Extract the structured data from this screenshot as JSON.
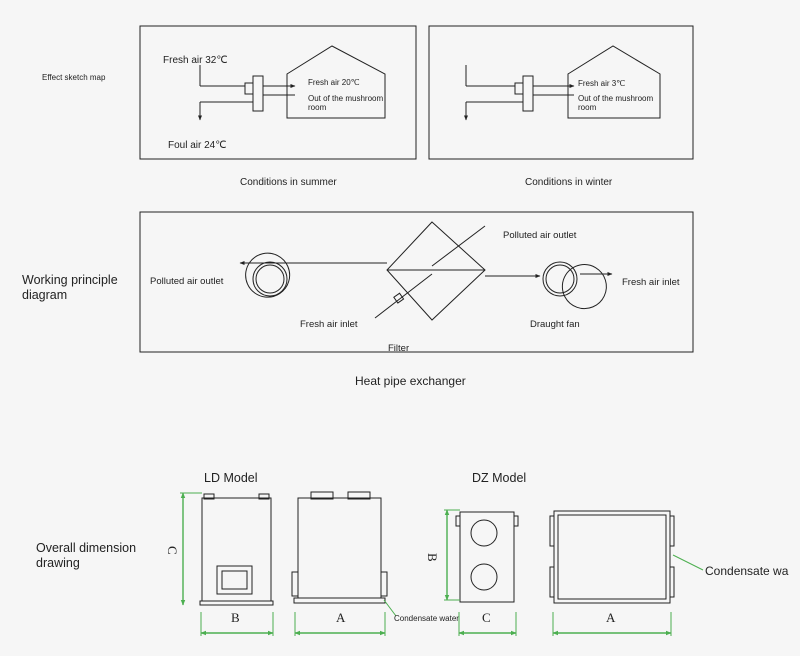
{
  "effect_section": {
    "label": "Effect sketch map",
    "summer": {
      "fresh_air_in": "Fresh air 32℃",
      "fresh_air_room": "Fresh air 20℃",
      "room_out_line1": "Out of the mushroom",
      "room_out_line2": "room",
      "foul_air": "Foul air 24℃",
      "caption": "Conditions in summer"
    },
    "winter": {
      "fresh_air_room": "Fresh air 3℃",
      "room_out_line1": "Out of the mushroom",
      "room_out_line2": "room",
      "caption": "Conditions in winter"
    }
  },
  "principle_section": {
    "label_line1": "Working principle",
    "label_line2": "diagram",
    "polluted_air_outlet_left": "Polluted air outlet",
    "polluted_air_outlet_top": "Polluted air outlet",
    "fresh_air_inlet_right": "Fresh air inlet",
    "fresh_air_inlet_bottom": "Fresh air inlet",
    "draught_fan": "Draught fan",
    "filter": "Filter",
    "caption": "Heat pipe exchanger"
  },
  "dimension_section": {
    "label_line1": "Overall dimension",
    "label_line2": "drawing",
    "ld_model": "LD Model",
    "dz_model": "DZ Model",
    "dim_a": "A",
    "dim_b": "B",
    "dim_c": "C",
    "condensate_small": "Condensate water",
    "condensate_large": "Condensate wa"
  },
  "colors": {
    "line": "#222222",
    "dimension": "#4caf50"
  }
}
